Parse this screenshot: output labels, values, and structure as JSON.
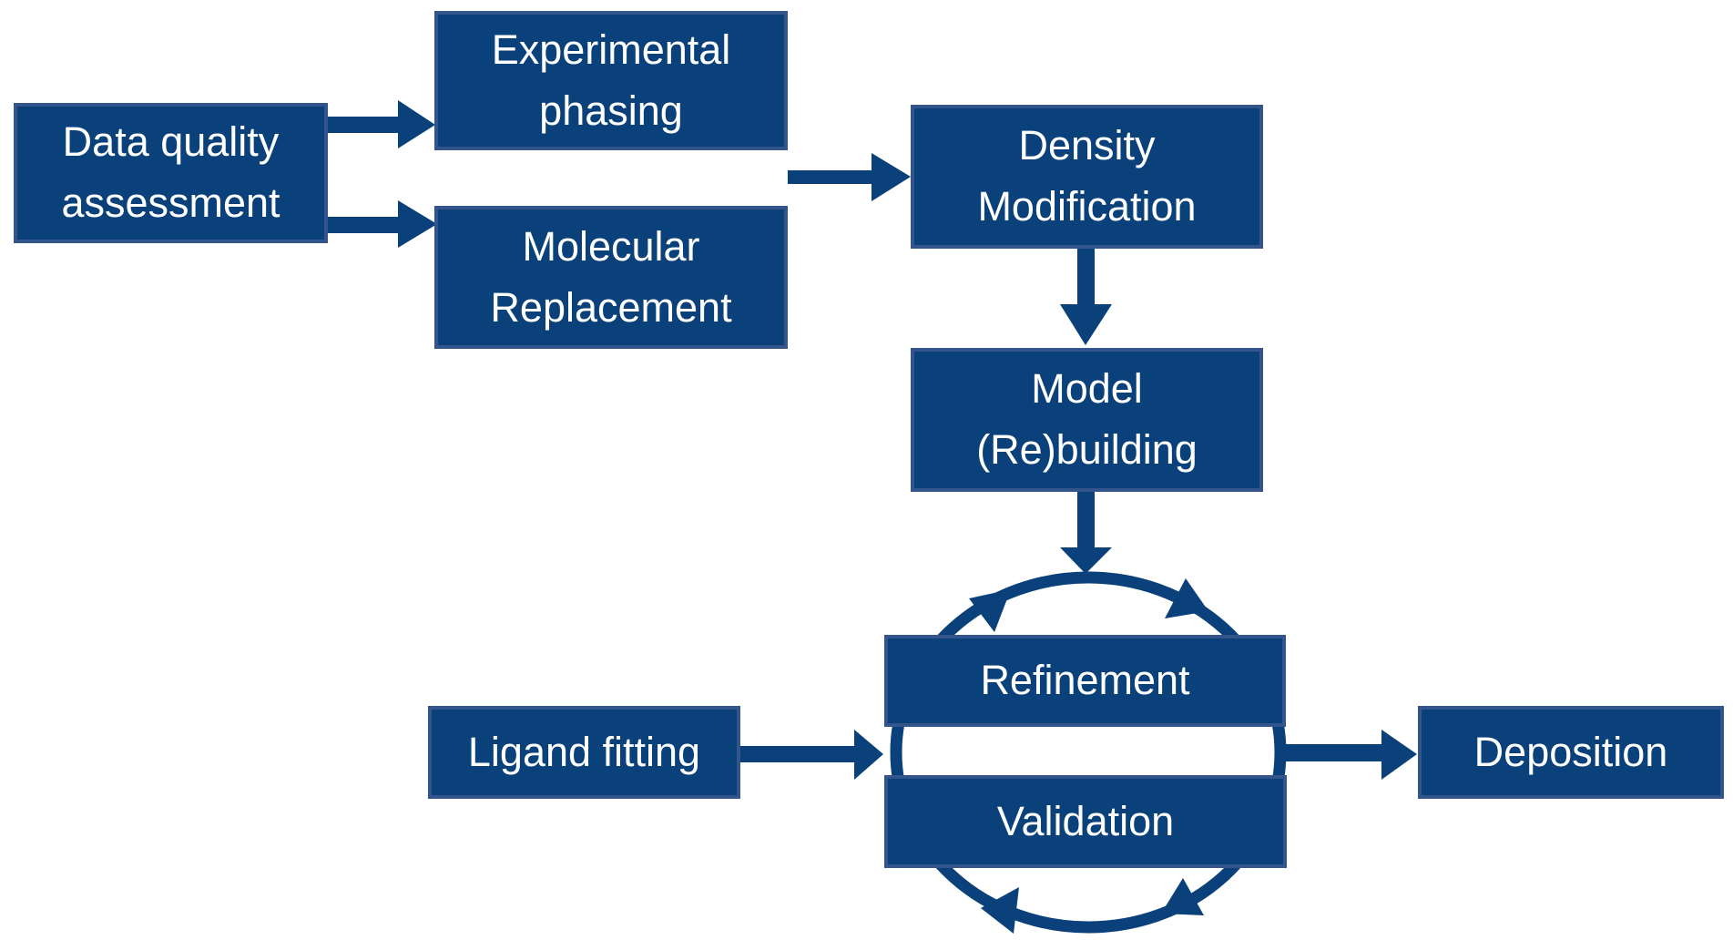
{
  "colors": {
    "background": "#ffffff",
    "box-fill": "#0a417a",
    "box-border": "#34548c",
    "arrow-fill": "#0a417a",
    "box-text": "#ffffff"
  },
  "boxes": {
    "data_quality": {
      "label": "Data quality assessment"
    },
    "experimental_phasing": {
      "label": "Experimental phasing"
    },
    "molecular_replacement": {
      "label": "Molecular Replacement"
    },
    "density_modification": {
      "label": "Density Modification"
    },
    "model_rebuilding": {
      "label": "Model (Re)building"
    },
    "refinement": {
      "label": "Refinement"
    },
    "validation": {
      "label": "Validation"
    },
    "ligand_fitting": {
      "label": "Ligand fitting"
    },
    "deposition": {
      "label": "Deposition"
    }
  },
  "connections": [
    {
      "from": "Data quality assessment",
      "to": "Experimental phasing"
    },
    {
      "from": "Data quality assessment",
      "to": "Molecular Replacement"
    },
    {
      "from": "Experimental phasing / Molecular Replacement",
      "to": "Density Modification"
    },
    {
      "from": "Density Modification",
      "to": "Model (Re)building"
    },
    {
      "from": "Model (Re)building",
      "to": "Refinement-Validation cycle"
    },
    {
      "from": "Ligand fitting",
      "to": "Refinement-Validation cycle"
    },
    {
      "from": "Refinement-Validation cycle",
      "to": "Deposition"
    }
  ],
  "cycle": {
    "members": [
      "Refinement",
      "Validation"
    ],
    "style": "circular arrows loop"
  }
}
